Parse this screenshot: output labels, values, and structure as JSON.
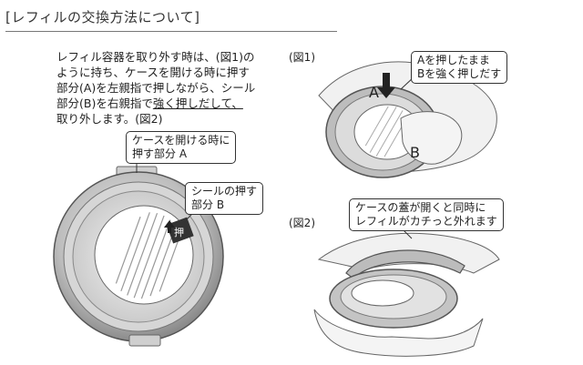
{
  "header": {
    "title": "[レフィルの交換方法について]"
  },
  "instructions": {
    "line1": "レフィル容器を取り外す時は、(図1)の",
    "line2": "ように持ち、ケースを開ける時に押す",
    "line3": "部分(A)を左親指で押しながら、シール",
    "line4_pre": "部分(B)を右親指で",
    "line4_underlined": "強く押しだして、",
    "line5": "取り外します。(図2)"
  },
  "left_illustration": {
    "callout_a": {
      "line1": "ケースを開ける時に",
      "line2": "押す部分 A"
    },
    "callout_b": {
      "line1": "シールの押す",
      "line2": "部分 B"
    },
    "seal_label": "押"
  },
  "figure1": {
    "label": "(図1)",
    "callout": {
      "line1": "Aを押したまま",
      "line2": "Bを強く押しだす"
    },
    "letter_a": "A",
    "letter_b": "B"
  },
  "figure2": {
    "label": "(図2)",
    "callout": {
      "line1": "ケースの蓋が開くと同時に",
      "line2": "レフィルがカチっと外れます"
    }
  }
}
